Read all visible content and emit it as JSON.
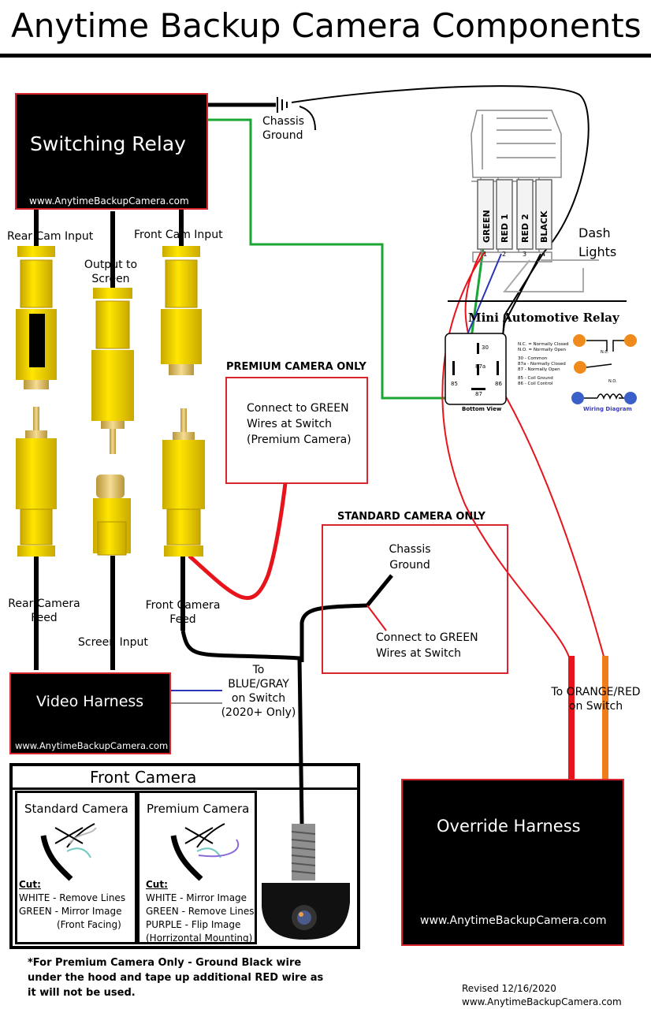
{
  "title": "Anytime Backup Camera Components",
  "switching_relay": {
    "title": "Switching Relay",
    "url": "www.AnytimeBackupCamera.com"
  },
  "labels": {
    "chassis_ground_top": [
      "Chassis",
      "Ground"
    ],
    "rear_cam_input": "Rear Cam Input",
    "output_to_screen": [
      "Output to",
      "Screen"
    ],
    "front_cam_input": "Front Cam Input",
    "rear_camera_feed": [
      "Rear Camera",
      "Feed"
    ],
    "front_camera_feed": [
      "Front Camera",
      "Feed"
    ],
    "screen_input": "Screen Input",
    "dash_lights": [
      "Dash",
      "Lights"
    ],
    "to_blue_gray": [
      "To",
      "BLUE/GRAY",
      "on Switch",
      "(2020+ Only)"
    ],
    "to_orange_red": [
      "To ORANGE/RED",
      "on Switch"
    ]
  },
  "switch_wires": [
    "GREEN",
    "RED 1",
    "RED 2",
    "BLACK"
  ],
  "switch_pins": [
    "1",
    "2",
    "3",
    "4"
  ],
  "mini_relay": {
    "title": "Mini Automotive Relay",
    "pins": [
      "30",
      "87a",
      "85",
      "86",
      "87"
    ],
    "legend": [
      "N.C. = Normally Closed",
      "N.O. = Normally Open",
      "30 - Common",
      "87a - Normally Closed",
      "87 - Normally Open",
      "85 - Coil Ground",
      "86 - Coil Control"
    ],
    "bottom_view": "Bottom View",
    "wiring_diagram": "Wiring Diagram",
    "nc": "N.C.",
    "no": "N.O."
  },
  "premium_note": {
    "header": "PREMIUM CAMERA ONLY",
    "text": [
      "Connect to GREEN",
      "Wires at Switch",
      "(Premium Camera)"
    ]
  },
  "standard_note": {
    "header": "STANDARD CAMERA ONLY",
    "ground": [
      "Chassis",
      "Ground"
    ],
    "text": [
      "Connect to GREEN",
      "Wires at Switch"
    ]
  },
  "video_harness": {
    "title": "Video Harness",
    "url": "www.AnytimeBackupCamera.com"
  },
  "override_harness": {
    "title": "Override Harness",
    "url": "www.AnytimeBackupCamera.com"
  },
  "front_camera": {
    "title": "Front Camera",
    "standard": {
      "title": "Standard Camera",
      "cut": "Cut:",
      "lines": [
        "WHITE - Remove Lines",
        "GREEN - Mirror Image",
        "(Front Facing)"
      ]
    },
    "premium": {
      "title": "Premium Camera",
      "cut": "Cut:",
      "lines": [
        "WHITE - Mirror Image",
        "GREEN - Remove Lines",
        "PURPLE - Flip Image",
        "(Horrizontal Mounting)"
      ]
    }
  },
  "footnote": [
    "*For Premium Camera Only - Ground Black wire",
    "under the hood and tape up additional RED wire as",
    "it will not be used."
  ],
  "revised": [
    "Revised 12/16/2020",
    "www.AnytimeBackupCamera.com"
  ],
  "colors": {
    "red": "#e8141c",
    "green": "#19a633",
    "blue": "#2b35b8",
    "gray": "#8a8a8a",
    "orange": "#f07d1a",
    "yellow": "#f4d400",
    "box_border": "#d9262e"
  }
}
